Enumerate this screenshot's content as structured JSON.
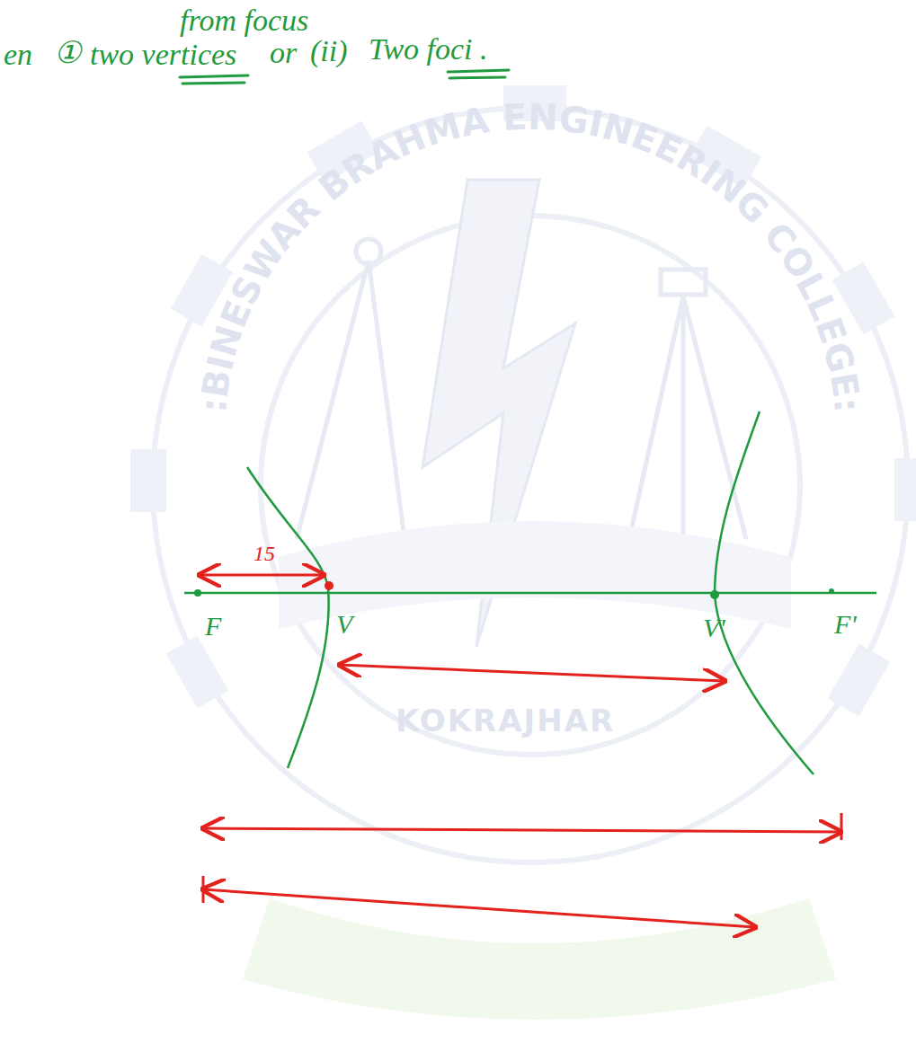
{
  "diagram": {
    "labels": [
      "from focus",
      "en",
      "①",
      "two vertices",
      "or",
      "(ii)",
      "Two foci .",
      "15",
      "F",
      "V",
      "V'",
      "F'",
      ":BINESWAR BRAHMA ENGINEERING COLLEGE:",
      "KOKRAJHAR"
    ]
  }
}
